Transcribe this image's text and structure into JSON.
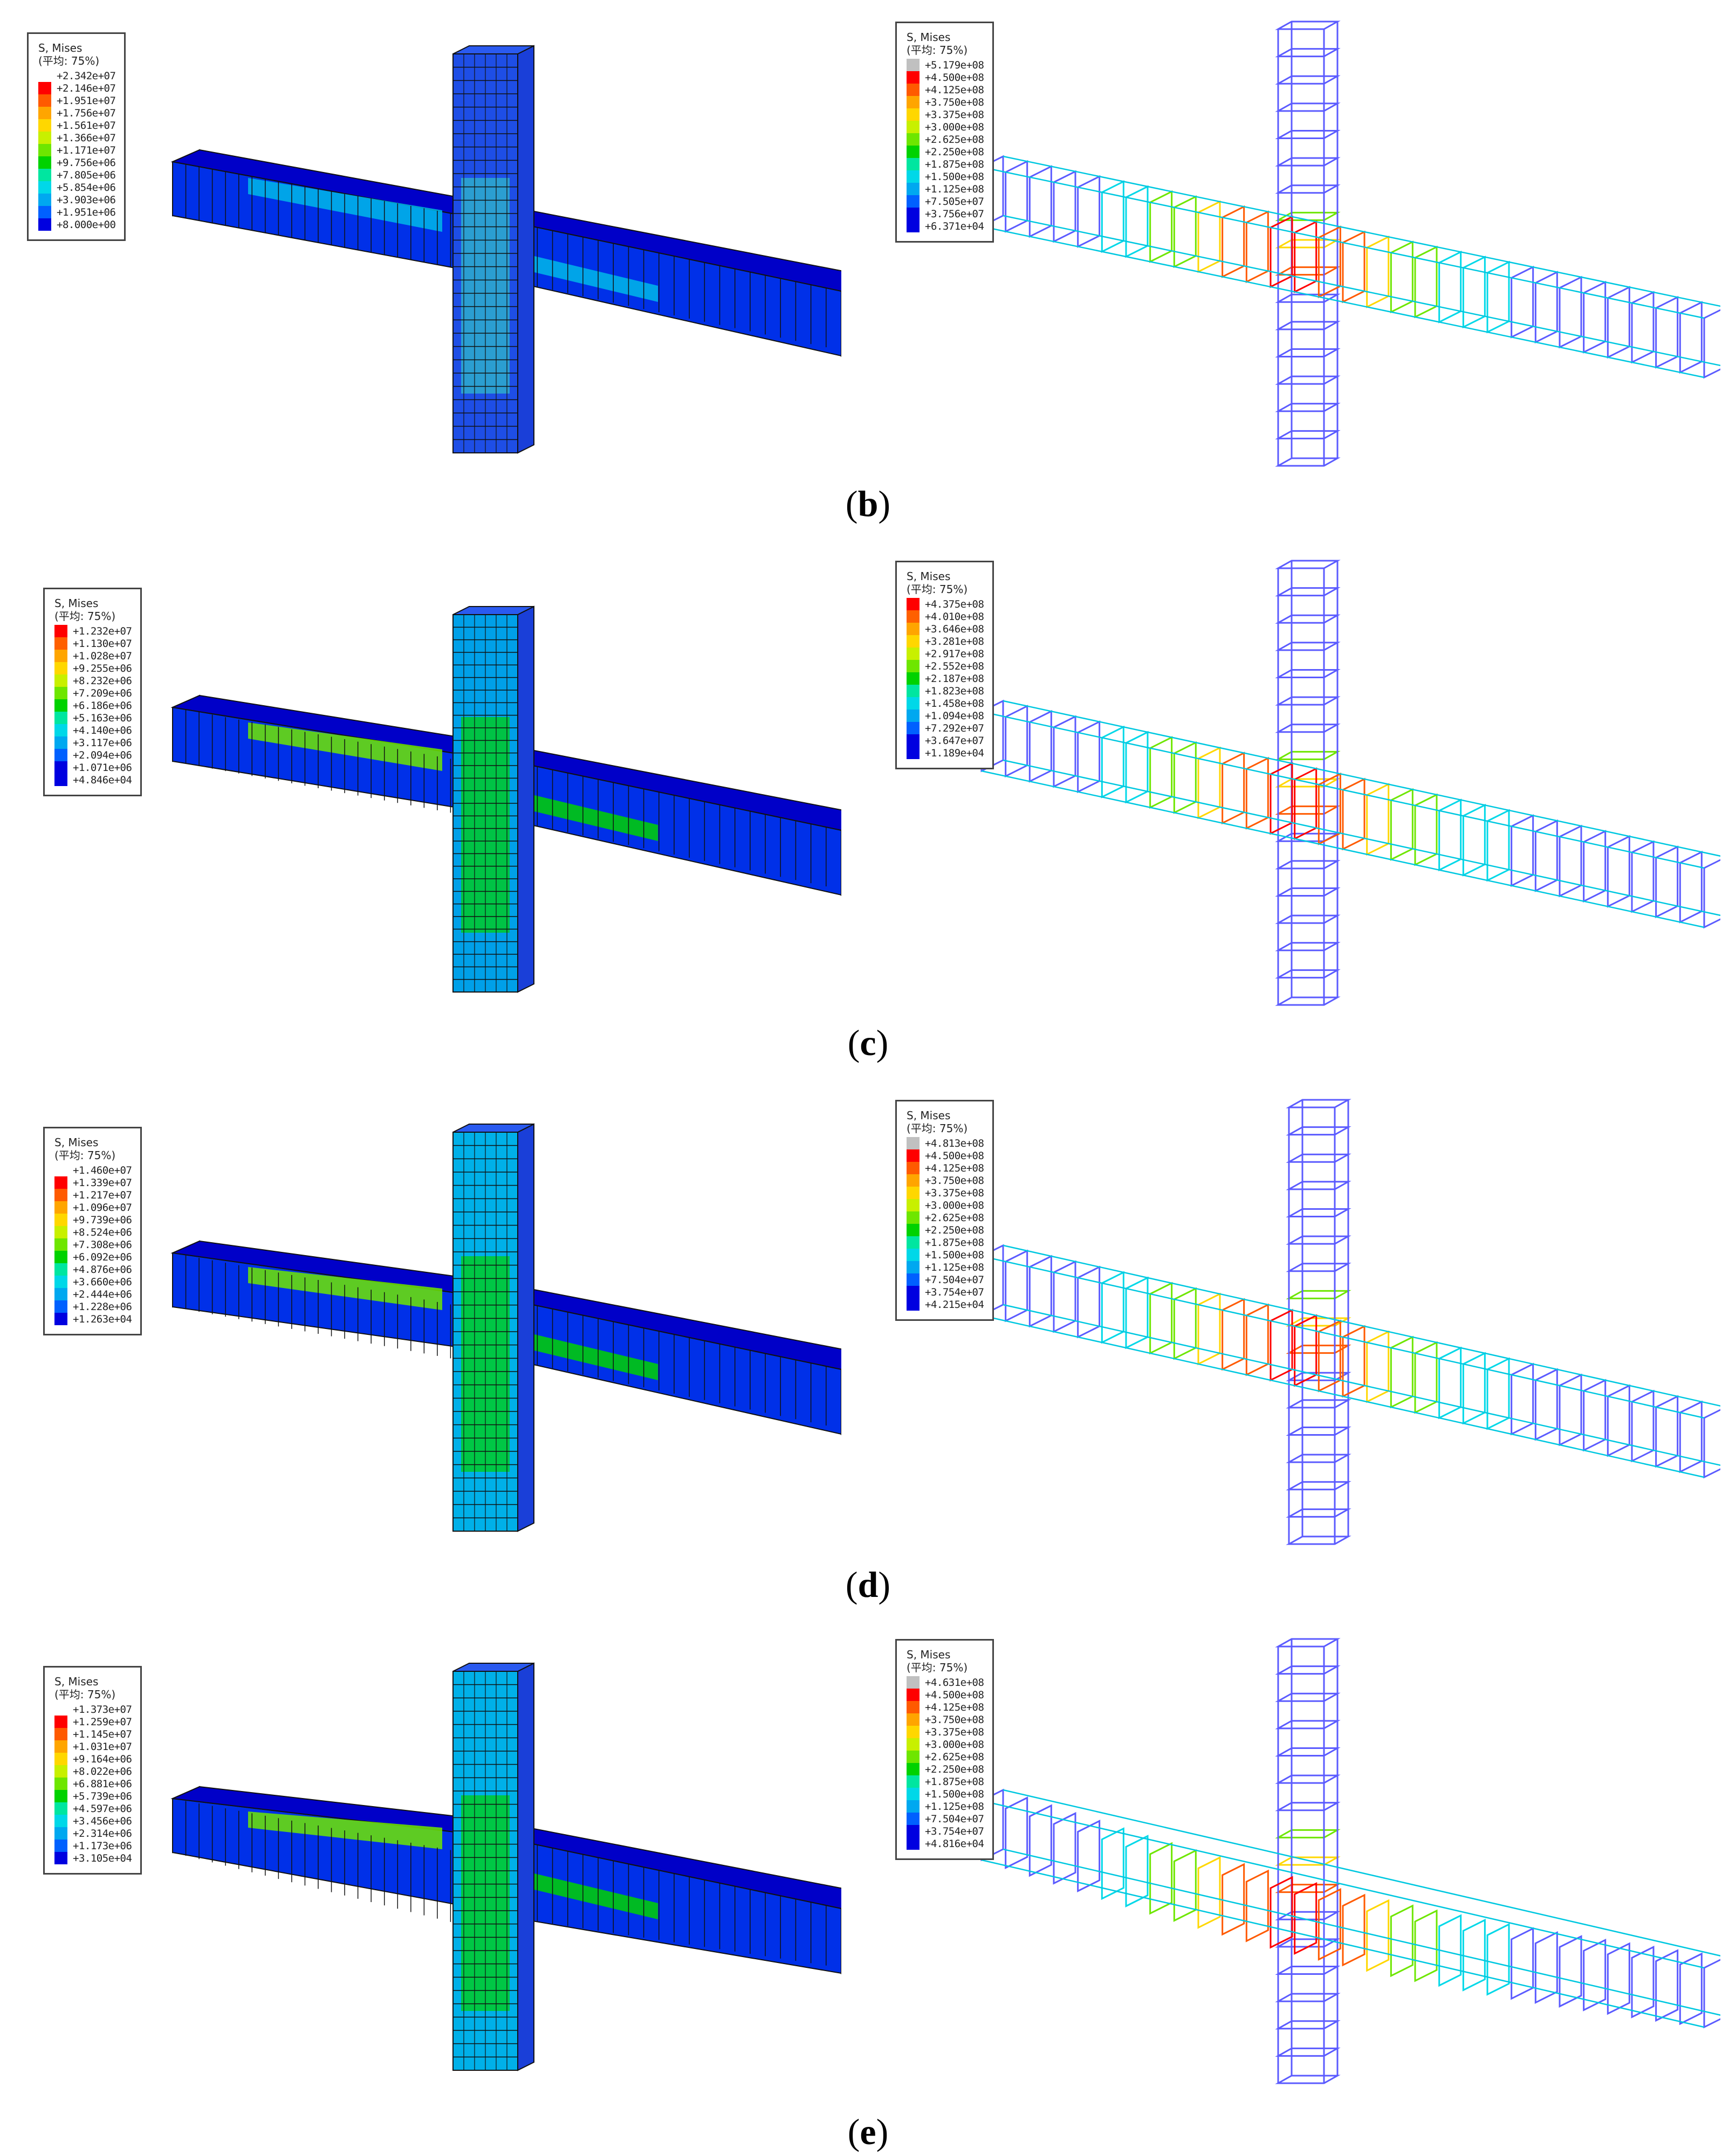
{
  "legend_title": "S, Mises",
  "legend_subtitle": "(平均: 75%)",
  "colors": {
    "solid_scale": [
      "#ffffff",
      "#ff0000",
      "#ff5a00",
      "#ffa500",
      "#ffd700",
      "#c8f000",
      "#6ee600",
      "#00d200",
      "#00e6a0",
      "#00d8e8",
      "#00a8f0",
      "#0060ff",
      "#0000e0",
      "#000000"
    ],
    "bar_scale": [
      "#c0c0c0",
      "#ff0000",
      "#ff5a00",
      "#ffa500",
      "#ffd700",
      "#c8f000",
      "#6ee600",
      "#00d200",
      "#00e6a0",
      "#00d8e8",
      "#00a8f0",
      "#0060ff",
      "#0000e0"
    ],
    "contour_scale_c": [
      "#ff0000",
      "#ff6000",
      "#ffa500",
      "#ffd700",
      "#c8f000",
      "#6ee600",
      "#00d200",
      "#00e6a0",
      "#00d8e8",
      "#00a8f0",
      "#0060ff",
      "#0000e0"
    ],
    "mesh_line": "#111111",
    "frame_line": "#5b5bff"
  },
  "panels": [
    {
      "label": "b",
      "concrete_legend": [
        "+2.342e+07",
        "+2.146e+07",
        "+1.951e+07",
        "+1.756e+07",
        "+1.561e+07",
        "+1.366e+07",
        "+1.171e+07",
        "+9.756e+06",
        "+7.805e+06",
        "+5.854e+06",
        "+3.903e+06",
        "+1.951e+06",
        "+8.000e+00"
      ],
      "rebar_legend": [
        "+5.179e+08",
        "+4.500e+08",
        "+4.125e+08",
        "+3.750e+08",
        "+3.375e+08",
        "+3.000e+08",
        "+2.625e+08",
        "+2.250e+08",
        "+1.875e+08",
        "+1.500e+08",
        "+1.125e+08",
        "+7.505e+07",
        "+3.756e+07",
        "+6.371e+04"
      ]
    },
    {
      "label": "c",
      "concrete_legend": [
        "+1.232e+07",
        "+1.130e+07",
        "+1.028e+07",
        "+9.255e+06",
        "+8.232e+06",
        "+7.209e+06",
        "+6.186e+06",
        "+5.163e+06",
        "+4.140e+06",
        "+3.117e+06",
        "+2.094e+06",
        "+1.071e+06",
        "+4.846e+04"
      ],
      "rebar_legend": [
        "+4.375e+08",
        "+4.010e+08",
        "+3.646e+08",
        "+3.281e+08",
        "+2.917e+08",
        "+2.552e+08",
        "+2.187e+08",
        "+1.823e+08",
        "+1.458e+08",
        "+1.094e+08",
        "+7.292e+07",
        "+3.647e+07",
        "+1.189e+04"
      ]
    },
    {
      "label": "d",
      "concrete_legend": [
        "+1.460e+07",
        "+1.339e+07",
        "+1.217e+07",
        "+1.096e+07",
        "+9.739e+06",
        "+8.524e+06",
        "+7.308e+06",
        "+6.092e+06",
        "+4.876e+06",
        "+3.660e+06",
        "+2.444e+06",
        "+1.228e+06",
        "+1.263e+04"
      ],
      "rebar_legend": [
        "+4.813e+08",
        "+4.500e+08",
        "+4.125e+08",
        "+3.750e+08",
        "+3.375e+08",
        "+3.000e+08",
        "+2.625e+08",
        "+2.250e+08",
        "+1.875e+08",
        "+1.500e+08",
        "+1.125e+08",
        "+7.504e+07",
        "+3.754e+07",
        "+4.215e+04"
      ]
    },
    {
      "label": "e",
      "concrete_legend": [
        "+1.373e+07",
        "+1.259e+07",
        "+1.145e+07",
        "+1.031e+07",
        "+9.164e+06",
        "+8.022e+06",
        "+6.881e+06",
        "+5.739e+06",
        "+4.597e+06",
        "+3.456e+06",
        "+2.314e+06",
        "+1.173e+06",
        "+3.105e+04"
      ],
      "rebar_legend": [
        "+4.631e+08",
        "+4.500e+08",
        "+4.125e+08",
        "+3.750e+08",
        "+3.375e+08",
        "+3.000e+08",
        "+2.625e+08",
        "+2.250e+08",
        "+1.875e+08",
        "+1.500e+08",
        "+1.125e+08",
        "+7.504e+07",
        "+3.754e+07",
        "+4.816e+04"
      ]
    }
  ]
}
